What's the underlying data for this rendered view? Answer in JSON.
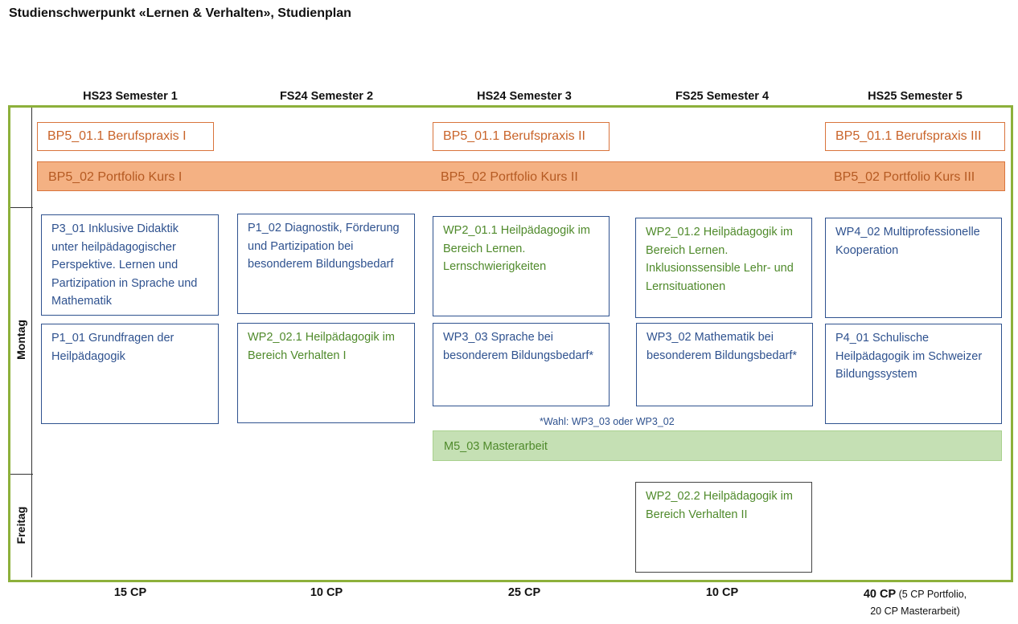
{
  "title": "Studienschwerpunkt «Lernen & Verhalten», Studienplan",
  "semesters": [
    "HS23 Semester 1",
    "FS24 Semester 2",
    "HS24 Semester 3",
    "FS25 Semester 4",
    "HS25 Semester 5"
  ],
  "rows": {
    "montag": "Montag",
    "freitag": "Freitag"
  },
  "berufspraxis": [
    "BP5_01.1 Berufspraxis I",
    "BP5_01.1 Berufspraxis II",
    "BP5_01.1 Berufspraxis III"
  ],
  "portfolio": [
    "BP5_02 Portfolio Kurs I",
    "BP5_02 Portfolio Kurs II",
    "BP5_02 Portfolio Kurs III"
  ],
  "modules": {
    "p3_01": "P3_01 Inklusive Didaktik unter heilpädagogischer Perspektive. Lernen und Partizipation in Sprache und Mathematik",
    "p1_01": "P1_01 Grundfragen der Heilpädagogik",
    "p1_02": "P1_02 Diagnostik, Förderung und Partizipation bei besonderem Bildungsbedarf",
    "wp2_02_1": "WP2_02.1 Heilpädagogik im Bereich Verhalten I",
    "wp2_01_1": "WP2_01.1 Heilpädagogik im Bereich Lernen. Lernschwierigkeiten",
    "wp3_03": "WP3_03 Sprache bei besonderem Bildungsbedarf*",
    "wp2_01_2": "WP2_01.2 Heilpädagogik im Bereich Lernen. Inklusionssensible Lehr- und Lernsituationen",
    "wp3_02": "WP3_02 Mathematik bei besonderem Bildungsbedarf*",
    "wp4_02": "WP4_02 Multiprofessionelle Kooperation",
    "p4_01": "P4_01 Schulische Heilpädagogik im Schweizer Bildungssystem",
    "wp2_02_2": "WP2_02.2 Heilpädagogik im Bereich Verhalten II"
  },
  "note": "*Wahl: WP3_03 oder WP3_02",
  "masterarbeit": "M5_03 Masterarbeit",
  "credits": [
    "15 CP",
    "10 CP",
    "25 CP",
    "10 CP"
  ],
  "credits_last": {
    "main": "40 CP",
    "detail_open": " (5 CP Portfolio,",
    "detail_close": "20 CP Masterarbeit)"
  },
  "colors": {
    "frame": "#8db03b",
    "portfolio": "#f4b183",
    "master": "#c5e0b4",
    "blue_text": "#2f528f",
    "green_text": "#4f8a2b",
    "orange_text": "#c9642a"
  }
}
